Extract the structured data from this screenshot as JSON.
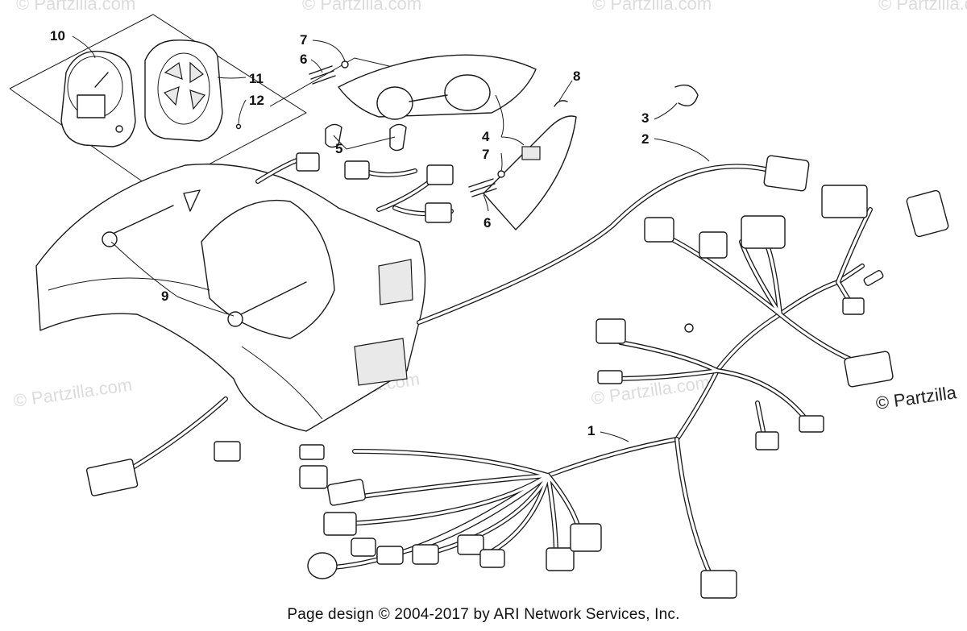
{
  "callouts": [
    "1",
    "2",
    "3",
    "4",
    "5",
    "6",
    "6",
    "7",
    "7",
    "8",
    "9",
    "10",
    "11",
    "12"
  ],
  "watermark": "© Partzilla.com",
  "watermark_right": "© Partzilla",
  "footer": "Page design © 2004-2017 by ARI Network Services, Inc."
}
